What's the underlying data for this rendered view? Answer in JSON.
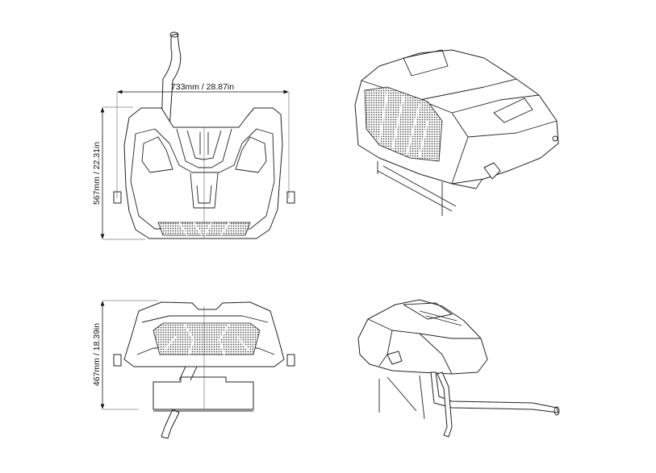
{
  "drawing": {
    "views": [
      "front-view",
      "isometric-front-view",
      "rear-view",
      "isometric-side-view"
    ],
    "dimensions": {
      "width_label": "733mm / 28.87in",
      "height_label": "567mm / 22.31in",
      "depth_label": "467mm / 18.39in"
    },
    "line_color": "#222222",
    "background_color": "#ffffff"
  }
}
